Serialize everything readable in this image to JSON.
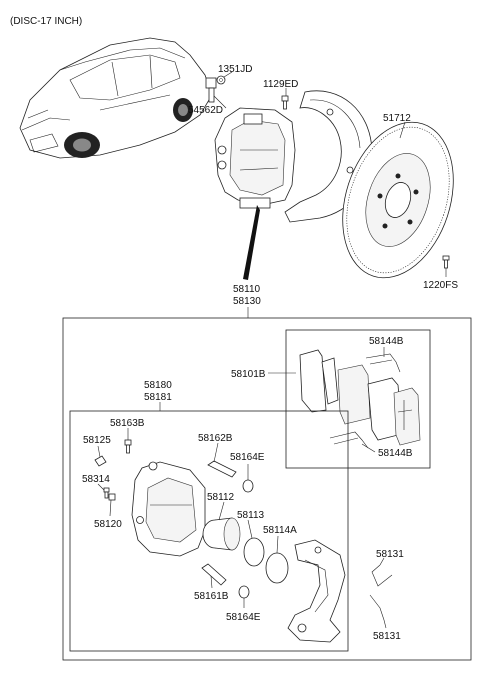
{
  "header": {
    "title": "(DISC-17 INCH)"
  },
  "labels": {
    "p1351JD": "1351JD",
    "p54562D": "54562D",
    "p1129ED": "1129ED",
    "p51712": "51712",
    "p1220FS": "1220FS",
    "p58110": "58110",
    "p58130": "58130",
    "p58144B_top": "58144B",
    "p58101B": "58101B",
    "p58144B_bot": "58144B",
    "p58180": "58180",
    "p58181": "58181",
    "p58163B": "58163B",
    "p58162B": "58162B",
    "p58125": "58125",
    "p58164E_top": "58164E",
    "p58314": "58314",
    "p58112": "58112",
    "p58113": "58113",
    "p58114A": "58114A",
    "p58120": "58120",
    "p58131_top": "58131",
    "p58161B": "58161B",
    "p58164E_bot": "58164E",
    "p58131_bot": "58131"
  }
}
